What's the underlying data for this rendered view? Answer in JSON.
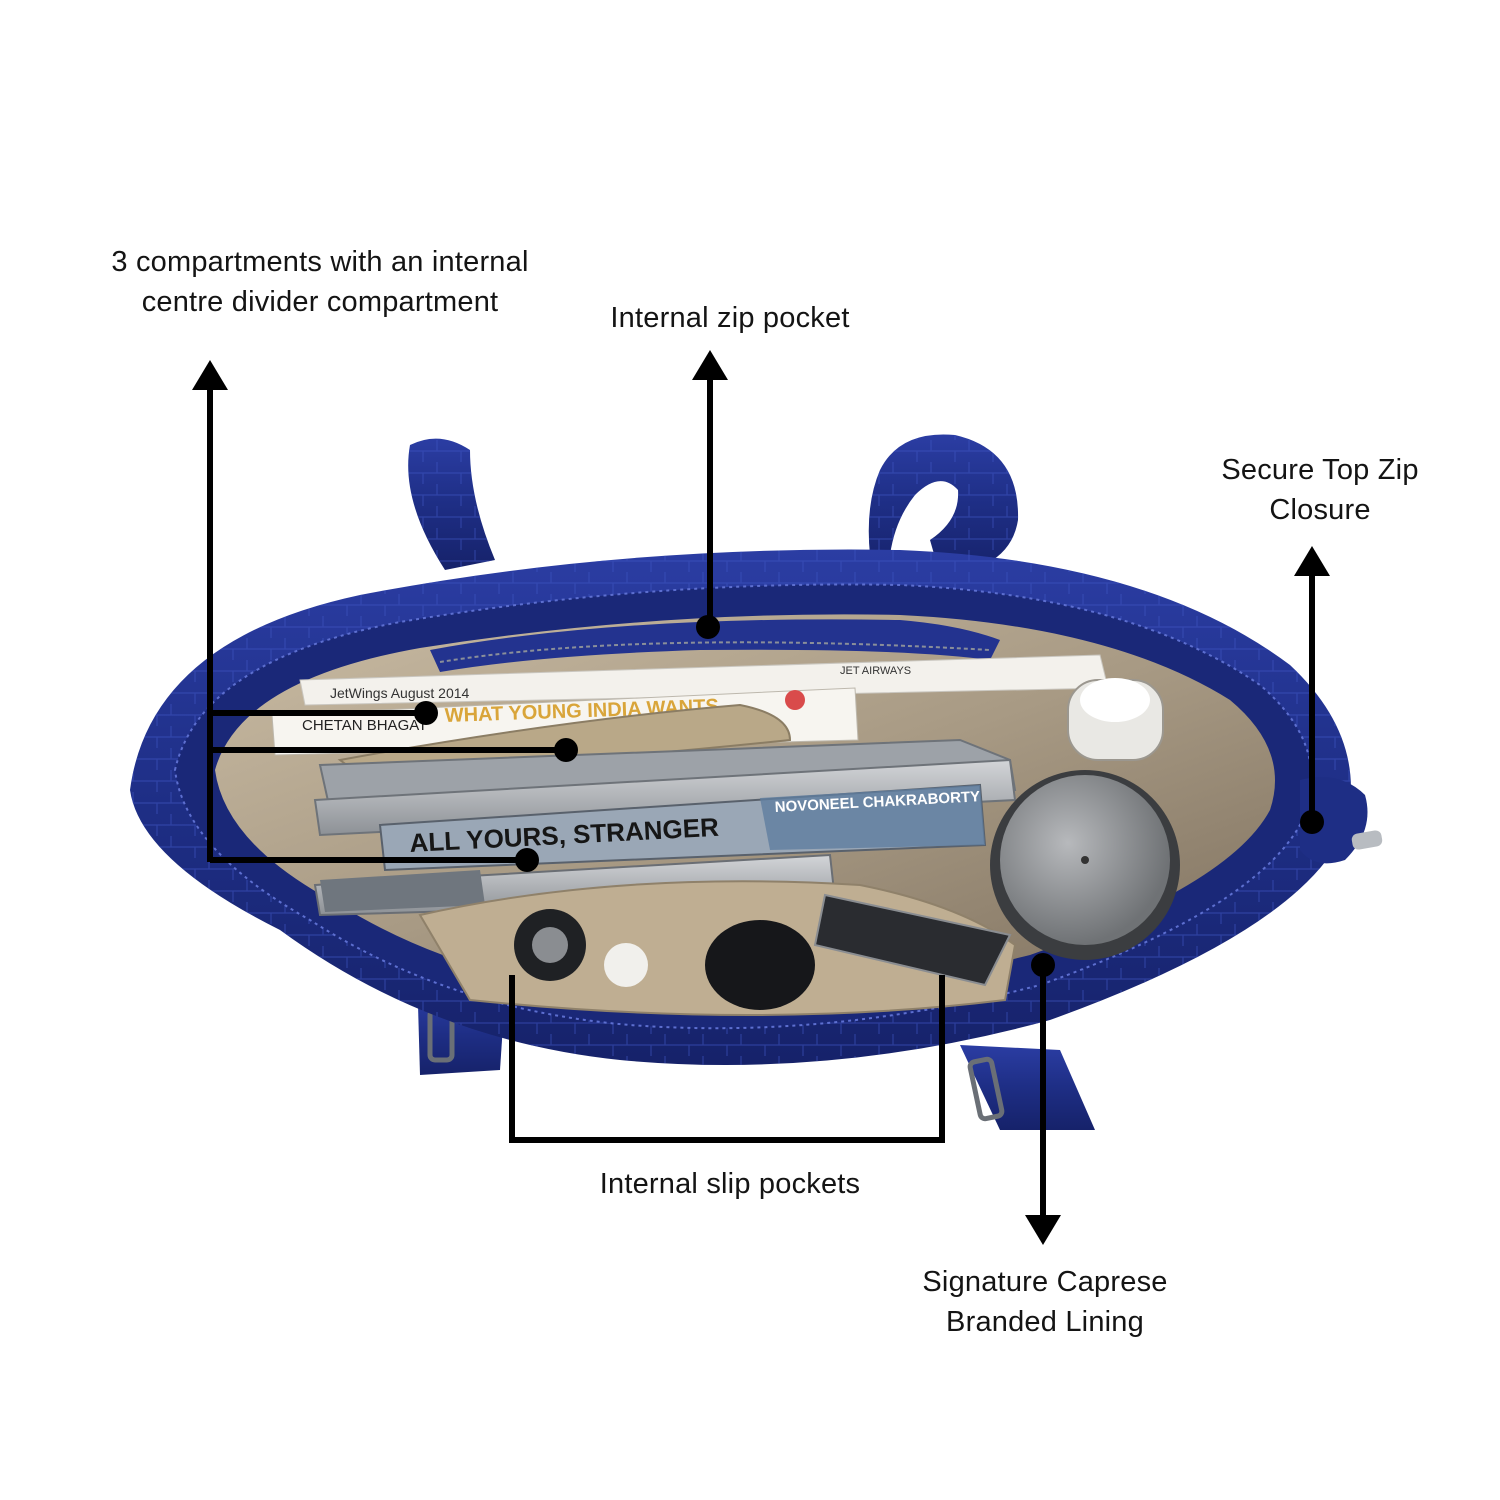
{
  "callouts": {
    "compartments": {
      "line1": "3 compartments with an internal",
      "line2": "centre divider compartment"
    },
    "zip_pocket": "Internal zip pocket",
    "top_zip": {
      "line1": "Secure Top Zip",
      "line2": "Closure"
    },
    "slip_pockets": "Internal slip pockets",
    "lining": {
      "line1": "Signature Caprese",
      "line2": "Branded Lining"
    }
  },
  "photo_text": {
    "magazine_brand": "JET AIRWAYS",
    "magazine_title": "JetWings August 2014",
    "book1_author": "CHETAN BHAGAT",
    "book1_title": "WHAT YOUNG INDIA WANTS",
    "book2_title": "ALL YOURS, STRANGER",
    "book2_author": "NOVONEEL CHAKRABORTY"
  },
  "colors": {
    "bag_blue": "#1f2f86",
    "lining": "#a89a84",
    "leader": "#000000"
  }
}
